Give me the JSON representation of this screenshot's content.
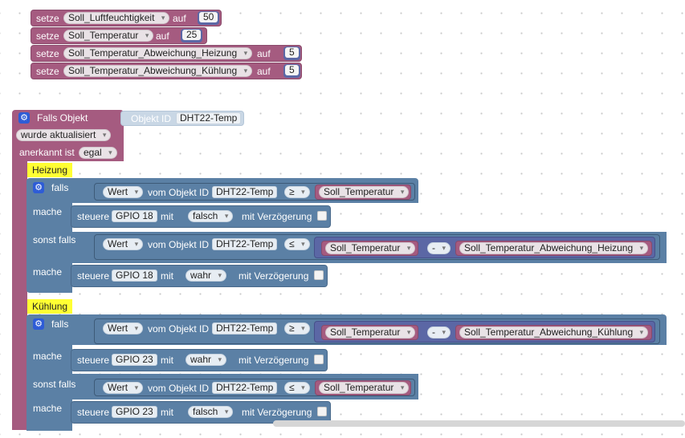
{
  "set_block": {
    "setze": "setze",
    "auf": "auf"
  },
  "set_rows": [
    {
      "var": "Soll_Luftfeuchtigkeit",
      "value": "50"
    },
    {
      "var": "Soll_Temperatur",
      "value": "25"
    },
    {
      "var": "Soll_Temperatur_Abweichung_Heizung",
      "value": "5"
    },
    {
      "var": "Soll_Temperatur_Abweichung_Kühlung",
      "value": "5"
    }
  ],
  "trigger": {
    "title": "Falls Objekt",
    "objekt_id_label": "Objekt ID",
    "objekt_id": "DHT22-Temp",
    "event": "wurde aktualisiert",
    "anerkannt_label": "anerkannt ist",
    "anerkannt_value": "egal"
  },
  "words": {
    "falls": "falls",
    "mache": "mache",
    "sonst_falls": "sonst falls",
    "wert": "Wert",
    "vom_objekt_id": "vom Objekt ID",
    "steuere": "steuere",
    "mit": "mit",
    "mit_verzoegerung": "mit Verzögerung",
    "minus": "-"
  },
  "sections": [
    {
      "label": "Heizung",
      "if_obj": "DHT22-Temp",
      "if_op": "≥",
      "if_rhs": "Soll_Temperatur",
      "do1_gpio": "GPIO 18",
      "do1_val": "falsch",
      "elif_obj": "DHT22-Temp",
      "elif_op": "≤",
      "elif_rhs_a": "Soll_Temperatur",
      "elif_rhs_b": "Soll_Temperatur_Abweichung_Heizung",
      "do2_gpio": "GPIO 18",
      "do2_val": "wahr"
    },
    {
      "label": "Kühlung",
      "if_obj": "DHT22-Temp",
      "if_op": "≥",
      "if_rhs_a": "Soll_Temperatur",
      "if_rhs_b": "Soll_Temperatur_Abweichung_Kühlung",
      "do1_gpio": "GPIO 23",
      "do1_val": "wahr",
      "elif_obj": "DHT22-Temp",
      "elif_op": "≤",
      "elif_rhs": "Soll_Temperatur",
      "do2_gpio": "GPIO 23",
      "do2_val": "falsch"
    }
  ],
  "colors": {
    "variables": "#a55b80",
    "control": "#5b80a5",
    "math": "#5b67a5",
    "label": "#ffff33"
  }
}
